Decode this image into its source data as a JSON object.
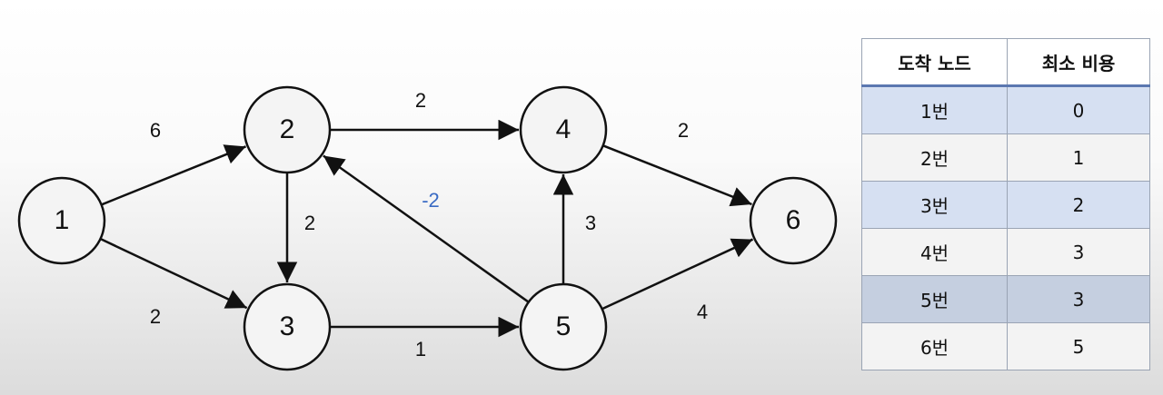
{
  "nodes": [
    {
      "id": "1",
      "label": "1"
    },
    {
      "id": "2",
      "label": "2"
    },
    {
      "id": "3",
      "label": "3"
    },
    {
      "id": "4",
      "label": "4"
    },
    {
      "id": "5",
      "label": "5"
    },
    {
      "id": "6",
      "label": "6"
    }
  ],
  "edges": [
    {
      "from": "1",
      "to": "2",
      "weight": "6"
    },
    {
      "from": "1",
      "to": "3",
      "weight": "2"
    },
    {
      "from": "2",
      "to": "3",
      "weight": "2"
    },
    {
      "from": "2",
      "to": "4",
      "weight": "2"
    },
    {
      "from": "3",
      "to": "5",
      "weight": "1"
    },
    {
      "from": "5",
      "to": "2",
      "weight": "-2",
      "color": "#3a6bc4"
    },
    {
      "from": "5",
      "to": "4",
      "weight": "3"
    },
    {
      "from": "4",
      "to": "6",
      "weight": "2"
    },
    {
      "from": "5",
      "to": "6",
      "weight": "4"
    }
  ],
  "colors": {
    "negative_weight": "#3a6bc4",
    "header_border": "#5b78b0",
    "row_highlight": "#d6e0f2"
  },
  "table": {
    "headers": [
      "도착 노드",
      "최소 비용"
    ],
    "rows": [
      [
        "1번",
        "0"
      ],
      [
        "2번",
        "1"
      ],
      [
        "3번",
        "2"
      ],
      [
        "4번",
        "3"
      ],
      [
        "5번",
        "3"
      ],
      [
        "6번",
        "5"
      ]
    ]
  }
}
